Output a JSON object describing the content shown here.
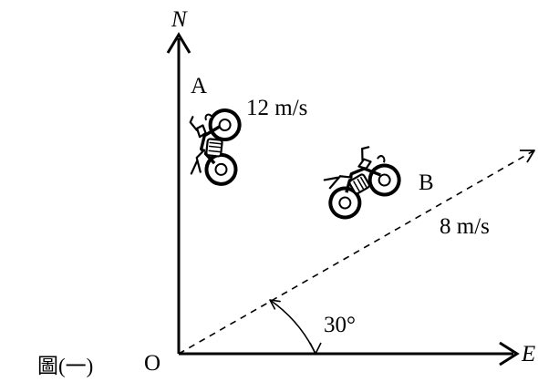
{
  "figure_caption": "圖(一)",
  "axes": {
    "north_label": "N",
    "east_label": "E",
    "origin_label": "O"
  },
  "motorcycle_a": {
    "label": "A",
    "speed_label": "12 m/s",
    "icon": "motorcycle-icon"
  },
  "motorcycle_b": {
    "label": "B",
    "speed_label": "8 m/s",
    "icon": "motorcycle-icon"
  },
  "angle_label": "30°",
  "colors": {
    "ink": "#000000",
    "background": "#ffffff"
  }
}
